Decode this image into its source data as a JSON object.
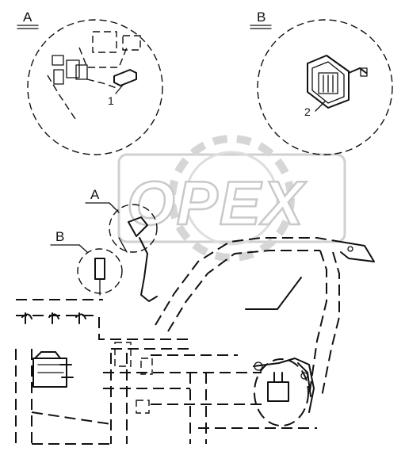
{
  "detail_a": {
    "label": "A",
    "callout_number": "1"
  },
  "detail_b": {
    "label": "B",
    "callout_number": "2"
  },
  "main_view": {
    "callout_a": "A",
    "callout_b": "B"
  },
  "watermark": {
    "text": "OPEX"
  }
}
